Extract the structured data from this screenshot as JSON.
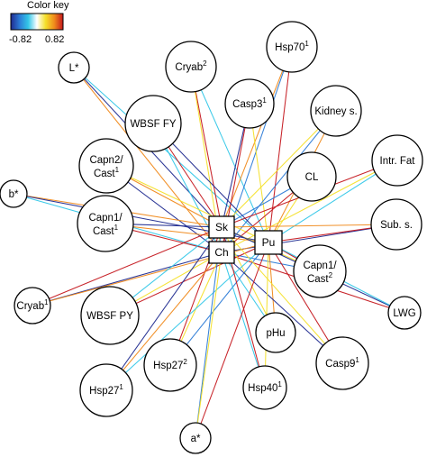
{
  "color_key": {
    "title": "Color key",
    "min_label": "-0.82",
    "max_label": "0.82",
    "gradient": [
      "#1f2a8f",
      "#2c7bd6",
      "#33c7e8",
      "#ffffff",
      "#f4e02a",
      "#f08a1c",
      "#c4161c"
    ]
  },
  "hubs": [
    {
      "id": "Sk",
      "label": "Sk"
    },
    {
      "id": "Ch",
      "label": "Ch"
    },
    {
      "id": "Pu",
      "label": "Pu"
    }
  ],
  "nodes": [
    {
      "id": "L*",
      "label": "L*",
      "sup": ""
    },
    {
      "id": "Cryab2",
      "label": "Cryab",
      "sup": "2"
    },
    {
      "id": "Hsp70_1",
      "label": "Hsp70",
      "sup": "1"
    },
    {
      "id": "Casp3_1",
      "label": "Casp3",
      "sup": "1"
    },
    {
      "id": "Kidney",
      "label": "Kidney s.",
      "sup": ""
    },
    {
      "id": "WBSF_FY",
      "label": "WBSF FY",
      "sup": ""
    },
    {
      "id": "Capn2Cast1",
      "label": "Capn2/",
      "label2": "Cast",
      "sup": "1"
    },
    {
      "id": "CL",
      "label": "CL",
      "sup": ""
    },
    {
      "id": "IntrFat",
      "label": "Intr. Fat",
      "sup": ""
    },
    {
      "id": "b*",
      "label": "b*",
      "sup": ""
    },
    {
      "id": "Capn1Cast1",
      "label": "Capn1/",
      "label2": "Cast",
      "sup": "1"
    },
    {
      "id": "Sub",
      "label": "Sub. s.",
      "sup": ""
    },
    {
      "id": "Capn1Cast2",
      "label": "Capn1/",
      "label2": "Cast",
      "sup": "2"
    },
    {
      "id": "Cryab1",
      "label": "Cryab",
      "sup": "1"
    },
    {
      "id": "WBSF_PY",
      "label": "WBSF PY",
      "sup": ""
    },
    {
      "id": "LWG",
      "label": "LWG",
      "sup": ""
    },
    {
      "id": "pHu",
      "label": "pHu",
      "sup": ""
    },
    {
      "id": "Hsp27_2",
      "label": "Hsp27",
      "sup": "2"
    },
    {
      "id": "Casp9_1",
      "label": "Casp9",
      "sup": "1"
    },
    {
      "id": "Hsp27_1",
      "label": "Hsp27",
      "sup": "1"
    },
    {
      "id": "Hsp40_1",
      "label": "Hsp40",
      "sup": "1"
    },
    {
      "id": "a*",
      "label": "a*",
      "sup": ""
    }
  ],
  "edges": [
    {
      "from": "L*",
      "to": "Sk",
      "color": "#1f2a8f"
    },
    {
      "from": "L*",
      "to": "Ch",
      "color": "#f08a1c"
    },
    {
      "from": "L*",
      "to": "Pu",
      "color": "#33c7e8"
    },
    {
      "from": "Cryab2",
      "to": "Sk",
      "color": "#c4161c"
    },
    {
      "from": "Cryab2",
      "to": "Ch",
      "color": "#f4e02a"
    },
    {
      "from": "Cryab2",
      "to": "Pu",
      "color": "#33c7e8"
    },
    {
      "from": "Hsp70_1",
      "to": "Sk",
      "color": "#f08a1c"
    },
    {
      "from": "Hsp70_1",
      "to": "Ch",
      "color": "#2c7bd6"
    },
    {
      "from": "Hsp70_1",
      "to": "Pu",
      "color": "#c4161c"
    },
    {
      "from": "Casp3_1",
      "to": "Sk",
      "color": "#1f2a8f"
    },
    {
      "from": "Casp3_1",
      "to": "Ch",
      "color": "#c4161c"
    },
    {
      "from": "Casp3_1",
      "to": "Pu",
      "color": "#f4e02a"
    },
    {
      "from": "Kidney",
      "to": "Sk",
      "color": "#f4e02a"
    },
    {
      "from": "Kidney",
      "to": "Ch",
      "color": "#2c7bd6"
    },
    {
      "from": "Kidney",
      "to": "Pu",
      "color": "#f08a1c"
    },
    {
      "from": "WBSF_FY",
      "to": "Sk",
      "color": "#c4161c"
    },
    {
      "from": "WBSF_FY",
      "to": "Ch",
      "color": "#33c7e8"
    },
    {
      "from": "WBSF_FY",
      "to": "Pu",
      "color": "#1f2a8f"
    },
    {
      "from": "Capn2Cast1",
      "to": "Sk",
      "color": "#f08a1c"
    },
    {
      "from": "Capn2Cast1",
      "to": "Ch",
      "color": "#1f2a8f"
    },
    {
      "from": "Capn2Cast1",
      "to": "Pu",
      "color": "#f4e02a"
    },
    {
      "from": "CL",
      "to": "Sk",
      "color": "#2c7bd6"
    },
    {
      "from": "CL",
      "to": "Ch",
      "color": "#c4161c"
    },
    {
      "from": "CL",
      "to": "Pu",
      "color": "#f4e02a"
    },
    {
      "from": "IntrFat",
      "to": "Sk",
      "color": "#c4161c"
    },
    {
      "from": "IntrFat",
      "to": "Ch",
      "color": "#f4e02a"
    },
    {
      "from": "IntrFat",
      "to": "Pu",
      "color": "#33c7e8"
    },
    {
      "from": "b*",
      "to": "Sk",
      "color": "#f08a1c"
    },
    {
      "from": "b*",
      "to": "Ch",
      "color": "#33c7e8"
    },
    {
      "from": "b*",
      "to": "Pu",
      "color": "#1f2a8f"
    },
    {
      "from": "Capn1Cast1",
      "to": "Sk",
      "color": "#1f2a8f"
    },
    {
      "from": "Capn1Cast1",
      "to": "Ch",
      "color": "#c4161c"
    },
    {
      "from": "Capn1Cast1",
      "to": "Pu",
      "color": "#f08a1c"
    },
    {
      "from": "Sub",
      "to": "Sk",
      "color": "#f08a1c"
    },
    {
      "from": "Sub",
      "to": "Ch",
      "color": "#1f2a8f"
    },
    {
      "from": "Sub",
      "to": "Pu",
      "color": "#c4161c"
    },
    {
      "from": "Capn1Cast2",
      "to": "Sk",
      "color": "#f4e02a"
    },
    {
      "from": "Capn1Cast2",
      "to": "Ch",
      "color": "#2c7bd6"
    },
    {
      "from": "Capn1Cast2",
      "to": "Pu",
      "color": "#c4161c"
    },
    {
      "from": "Cryab1",
      "to": "Sk",
      "color": "#c4161c"
    },
    {
      "from": "Cryab1",
      "to": "Ch",
      "color": "#1f2a8f"
    },
    {
      "from": "Cryab1",
      "to": "Pu",
      "color": "#f08a1c"
    },
    {
      "from": "WBSF_PY",
      "to": "Sk",
      "color": "#33c7e8"
    },
    {
      "from": "WBSF_PY",
      "to": "Ch",
      "color": "#f4e02a"
    },
    {
      "from": "WBSF_PY",
      "to": "Pu",
      "color": "#c4161c"
    },
    {
      "from": "LWG",
      "to": "Sk",
      "color": "#1f2a8f"
    },
    {
      "from": "LWG",
      "to": "Ch",
      "color": "#c4161c"
    },
    {
      "from": "LWG",
      "to": "Pu",
      "color": "#33c7e8"
    },
    {
      "from": "pHu",
      "to": "Sk",
      "color": "#f4e02a"
    },
    {
      "from": "pHu",
      "to": "Ch",
      "color": "#33c7e8"
    },
    {
      "from": "pHu",
      "to": "Pu",
      "color": "#f08a1c"
    },
    {
      "from": "Hsp27_2",
      "to": "Sk",
      "color": "#c4161c"
    },
    {
      "from": "Hsp27_2",
      "to": "Ch",
      "color": "#f4e02a"
    },
    {
      "from": "Hsp27_2",
      "to": "Pu",
      "color": "#2c7bd6"
    },
    {
      "from": "Casp9_1",
      "to": "Sk",
      "color": "#f4e02a"
    },
    {
      "from": "Casp9_1",
      "to": "Ch",
      "color": "#1f2a8f"
    },
    {
      "from": "Casp9_1",
      "to": "Pu",
      "color": "#c4161c"
    },
    {
      "from": "Hsp27_1",
      "to": "Sk",
      "color": "#1f2a8f"
    },
    {
      "from": "Hsp27_1",
      "to": "Ch",
      "color": "#f08a1c"
    },
    {
      "from": "Hsp27_1",
      "to": "Pu",
      "color": "#33c7e8"
    },
    {
      "from": "Hsp40_1",
      "to": "Sk",
      "color": "#c4161c"
    },
    {
      "from": "Hsp40_1",
      "to": "Ch",
      "color": "#33c7e8"
    },
    {
      "from": "Hsp40_1",
      "to": "Pu",
      "color": "#f4e02a"
    },
    {
      "from": "a*",
      "to": "Sk",
      "color": "#2c7bd6"
    },
    {
      "from": "a*",
      "to": "Ch",
      "color": "#f4e02a"
    },
    {
      "from": "a*",
      "to": "Pu",
      "color": "#c4161c"
    }
  ]
}
